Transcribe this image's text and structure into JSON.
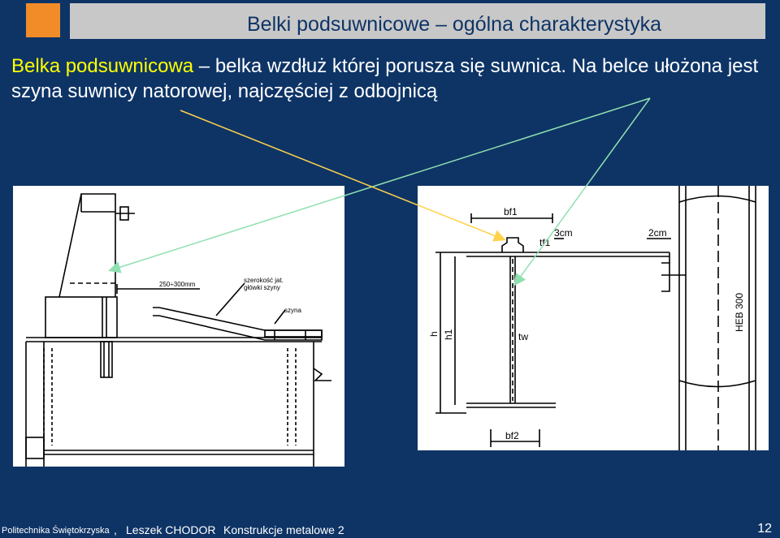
{
  "header": {
    "title": "Belki podsuwnicowe – ogólna charakterystyka"
  },
  "body": {
    "term": "Belka podsuwnicowa",
    "definition": " – belka wzdłuż której porusza się suwnica. Na belce ułożona jest szyna suwnicy natorowej, najczęściej z odbojnicą"
  },
  "drawing_left": {
    "dim_label": "250÷300mm",
    "note_label_1": "szerokość jat.",
    "note_label_2": "główki szyny",
    "rail_label": "szyna"
  },
  "drawing_right": {
    "bf1": "bf1",
    "cm3": "3cm",
    "cm2": "2cm",
    "tf1": "tf1",
    "h": "h",
    "h1": "h1",
    "tw": "tw",
    "bf2": "bf2",
    "heb": "HEB 300"
  },
  "footer": {
    "institution": "Politechnika Świętokrzyska",
    "separator": ",",
    "author": "Leszek CHODOR",
    "course": "Konstrukcje metalowe 2",
    "page": "12"
  },
  "colors": {
    "background": "#0e3466",
    "accent_orange": "#f28c28",
    "title_bar": "#c8c8c8",
    "highlight_yellow": "#ffff00",
    "pointer_yellow": "#ffd24a",
    "pointer_green": "#8fe0b0"
  }
}
